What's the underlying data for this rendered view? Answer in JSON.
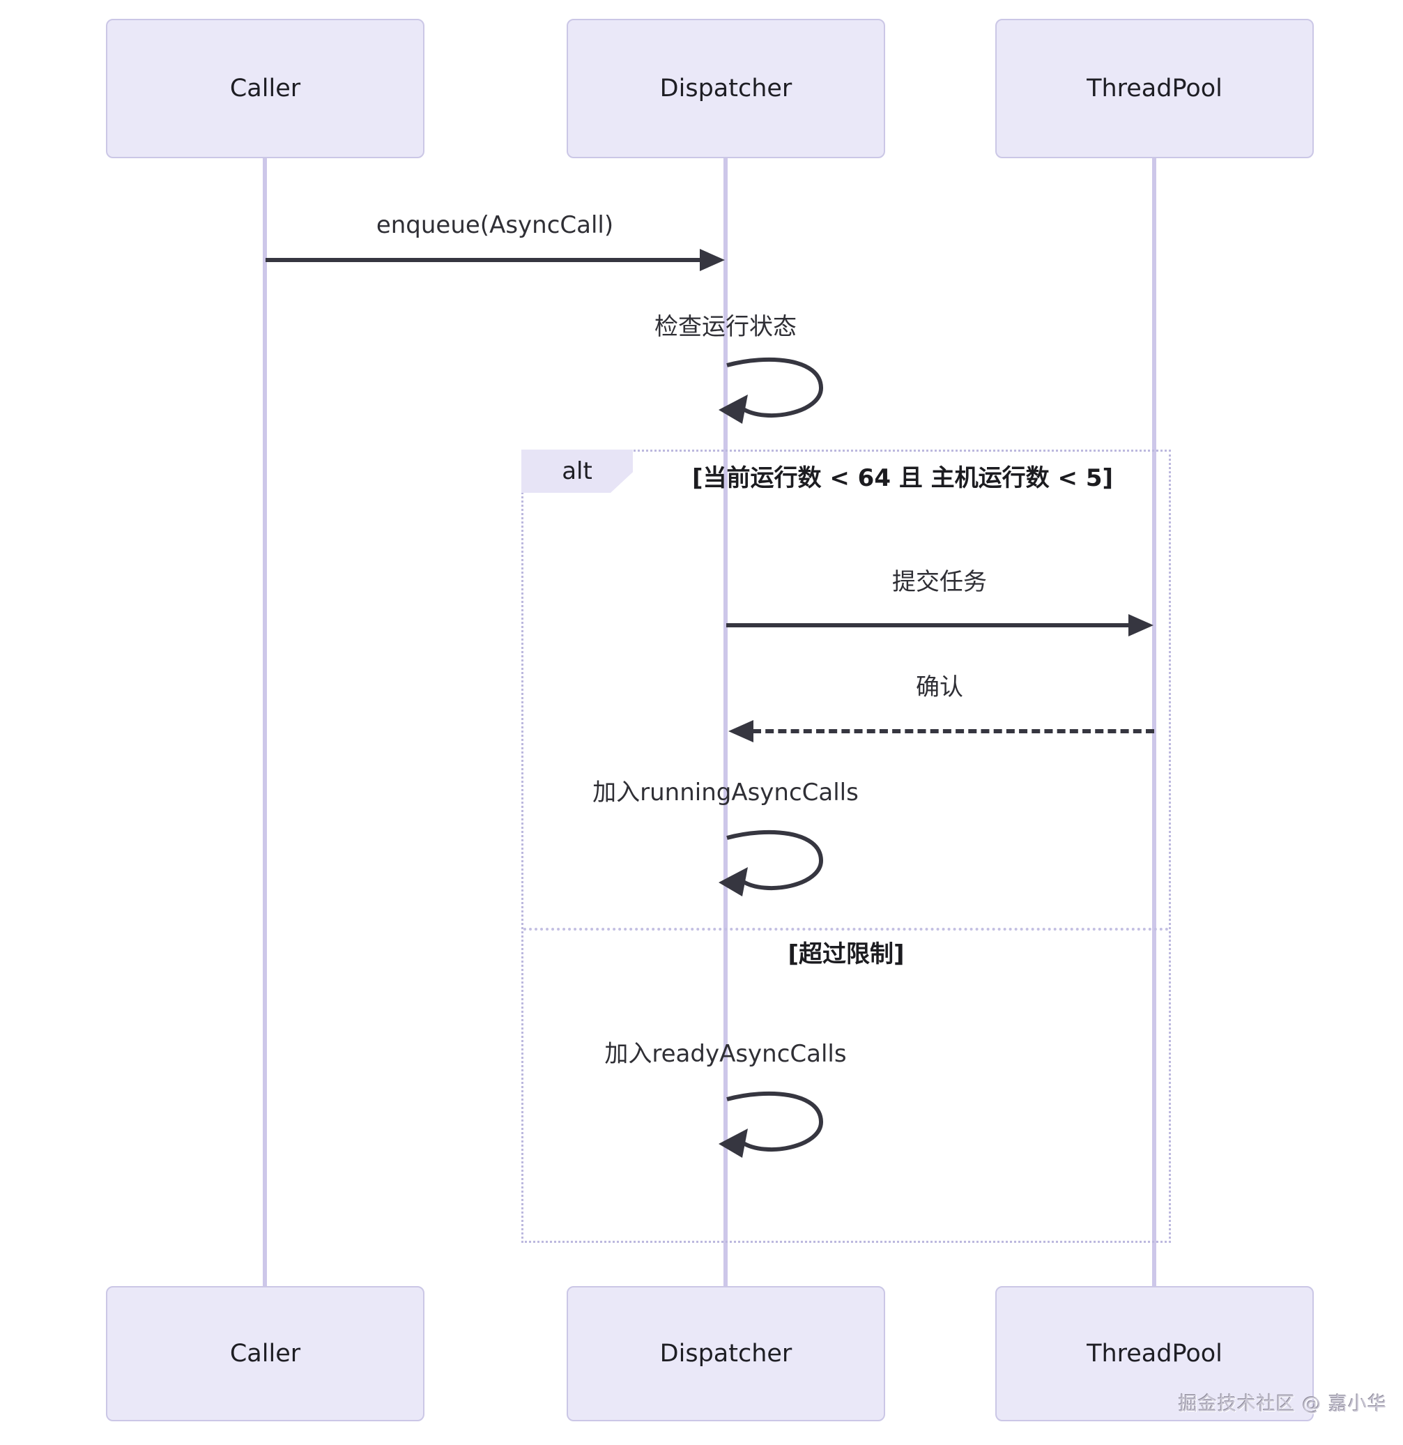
{
  "participants": [
    {
      "label": "Caller"
    },
    {
      "label": "Dispatcher"
    },
    {
      "label": "ThreadPool"
    }
  ],
  "messages": {
    "enqueue": "enqueue(AsyncCall)",
    "check_status": "检查运行状态",
    "submit_task": "提交任务",
    "ack": "确认",
    "add_running": "加入runningAsyncCalls",
    "add_ready": "加入readyAsyncCalls"
  },
  "alt_block": {
    "label": "alt",
    "condition": "[当前运行数 < 64 且 主机运行数 < 5]",
    "else_condition": "[超过限制]"
  },
  "watermark": "掘金技术社区 @ 嘉小华",
  "colors": {
    "participant_fill": "#EAE8F8",
    "participant_border": "#CBC7E6",
    "lifeline": "#CDC7E9",
    "arrow_and_text": "#363640",
    "alt_border": "#BCB8DE",
    "background": "#FFFFFF"
  }
}
